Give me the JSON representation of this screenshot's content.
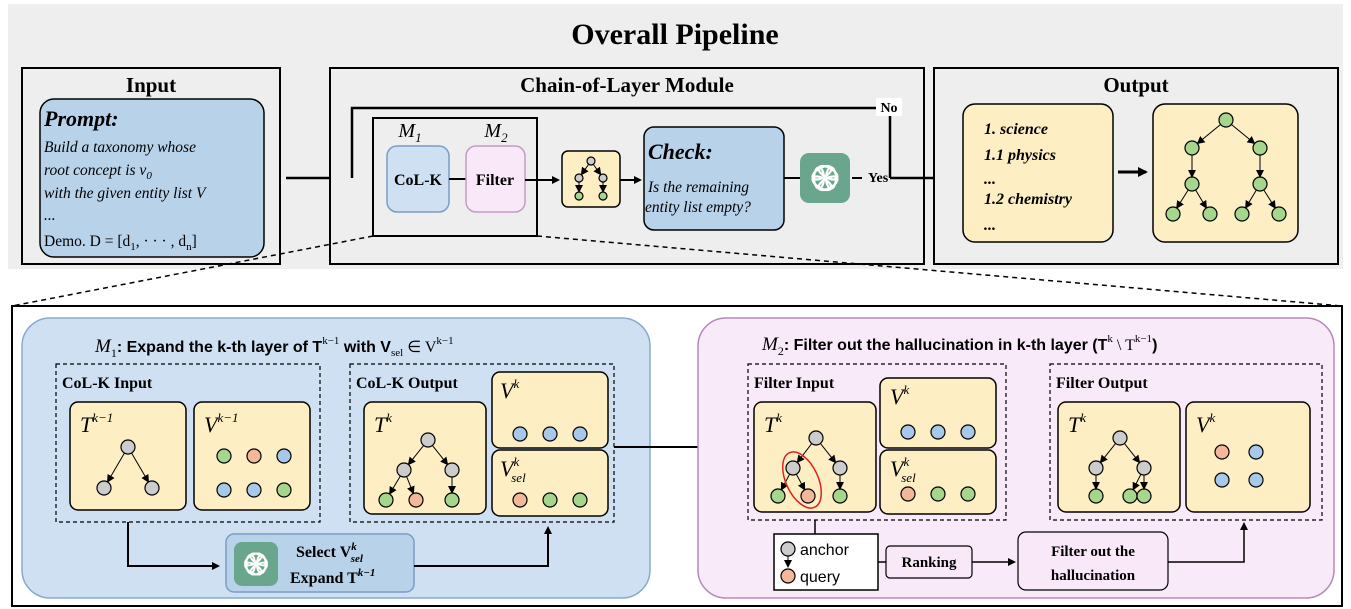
{
  "title": "Overall Pipeline",
  "input": {
    "heading": "Input",
    "prompt_label": "Prompt:",
    "prompt_line1": "Build a taxonomy whose",
    "prompt_line2": "root concept is v",
    "prompt_line2_sub": "0",
    "prompt_line3": "with the given entity list V",
    "prompt_line4": "...",
    "demo_line": "Demo. D = [d",
    "demo_sub1": "1",
    "demo_mid": ", · · · , d",
    "demo_subn": "n",
    "demo_end": "]"
  },
  "col_module": {
    "heading": "Chain-of-Layer Module",
    "m1_label": "M",
    "m1_sub": "1",
    "m2_label": "M",
    "m2_sub": "2",
    "colk_label": "CoL-K",
    "filter_label": "Filter",
    "check_title": "Check:",
    "check_line1": "Is the remaining",
    "check_line2": "entity list empty?",
    "no_label": "No",
    "yes_label": "Yes"
  },
  "output": {
    "heading": "Output",
    "list": [
      "1. science",
      "1.1 physics",
      "...",
      "1.2 chemistry",
      "..."
    ]
  },
  "m1_panel": {
    "title_pre": "M",
    "title_sub": "1",
    "title_text": ": Expand the k-th layer of T",
    "title_sup": "k−1",
    "title_mid": " with V",
    "title_sel": "sel",
    "title_in": " ∈ V",
    "title_sup2": "k−1",
    "input_label": "CoL-K Input",
    "output_label": "CoL-K Output",
    "t_prev": "T",
    "t_prev_sup": "k−1",
    "v_prev": "V",
    "v_prev_sup": "k−1",
    "t_k": "T",
    "t_k_sup": "k",
    "v_k": "V",
    "v_k_sup": "k",
    "v_sel": "V",
    "v_sel_sup": "k",
    "v_sel_sub": "sel",
    "select_text": "Select V",
    "select_sup": "k",
    "select_sub": "sel",
    "expand_text": "Expand T",
    "expand_sup": "k−1"
  },
  "m2_panel": {
    "title_pre": "M",
    "title_sub": "2",
    "title_text": ": Filter out the hallucination in k-th layer (T",
    "title_sup": "k",
    "title_mid": " \\ T",
    "title_sup2": "k−1",
    "title_end": ")",
    "input_label": "Filter Input",
    "output_label": "Filter Output",
    "anchor_label": "anchor",
    "query_label": "query",
    "ranking_label": "Ranking",
    "filter_line1": "Filter out the",
    "filter_line2": "hallucination"
  },
  "colors": {
    "panel_bg": "#eeeeee",
    "blue_box": "#b8d2ea",
    "yellow_box": "#fdeec4",
    "pink_box": "#f8e8f8",
    "node_green": "#a6d68c",
    "node_gray": "#cccccc",
    "node_orange": "#f3b89a",
    "node_blue": "#a8c8ea",
    "gpt_green": "#6aa68e",
    "m1_bg": "#cfe0f3",
    "m2_bg": "#f8eaf8",
    "highlight_red": "#e02020"
  }
}
